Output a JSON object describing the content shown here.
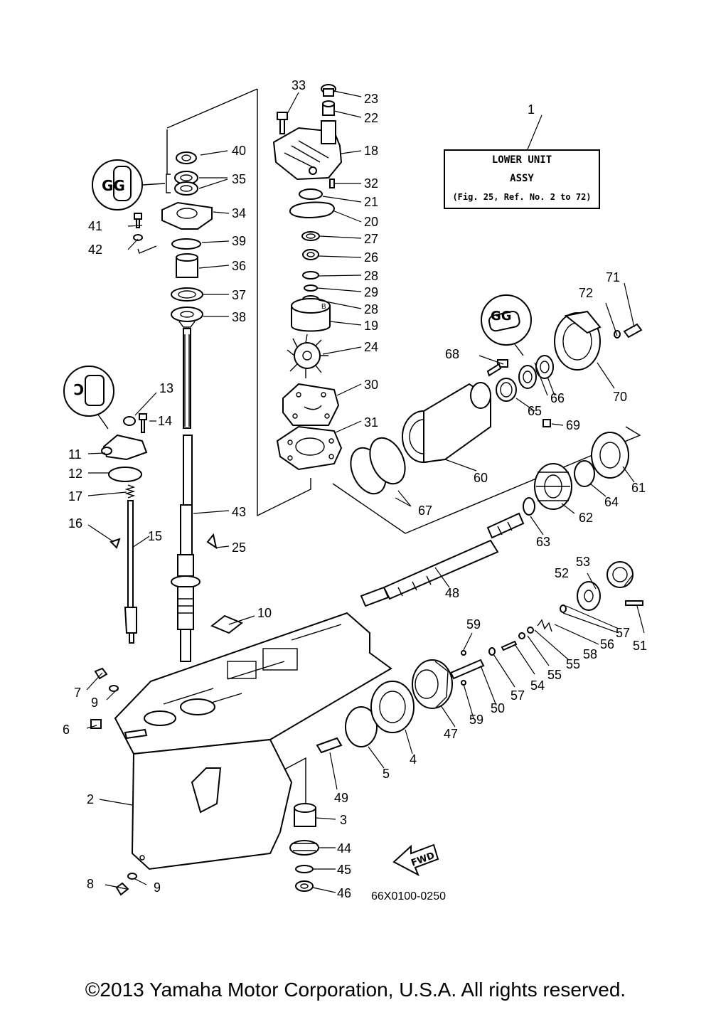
{
  "assembly_box": {
    "title": "LOWER UNIT",
    "subtitle": "ASSY",
    "reference": "(Fig. 25, Ref. No. 2 to 72)"
  },
  "drawing_code": "66X0100-0250",
  "fwd_arrow_label": "FWD",
  "copyright": "©2013 Yamaha Motor Corporation, U.S.A. All rights reserved.",
  "callouts": [
    "1",
    "2",
    "3",
    "4",
    "5",
    "6",
    "7",
    "8",
    "9",
    "9",
    "10",
    "11",
    "12",
    "13",
    "14",
    "15",
    "16",
    "17",
    "18",
    "19",
    "20",
    "21",
    "22",
    "23",
    "24",
    "25",
    "26",
    "27",
    "28",
    "28",
    "29",
    "30",
    "31",
    "32",
    "33",
    "34",
    "35",
    "36",
    "37",
    "38",
    "39",
    "40",
    "41",
    "42",
    "43",
    "44",
    "45",
    "46",
    "47",
    "48",
    "49",
    "50",
    "51",
    "52",
    "53",
    "54",
    "55",
    "55",
    "56",
    "57",
    "57",
    "58",
    "59",
    "59",
    "60",
    "61",
    "62",
    "63",
    "64",
    "65",
    "66",
    "67",
    "68",
    "69",
    "70",
    "71",
    "72"
  ],
  "lubricant_symbols": [
    "grease-symbol",
    "grease-symbol",
    "grease-symbol"
  ]
}
